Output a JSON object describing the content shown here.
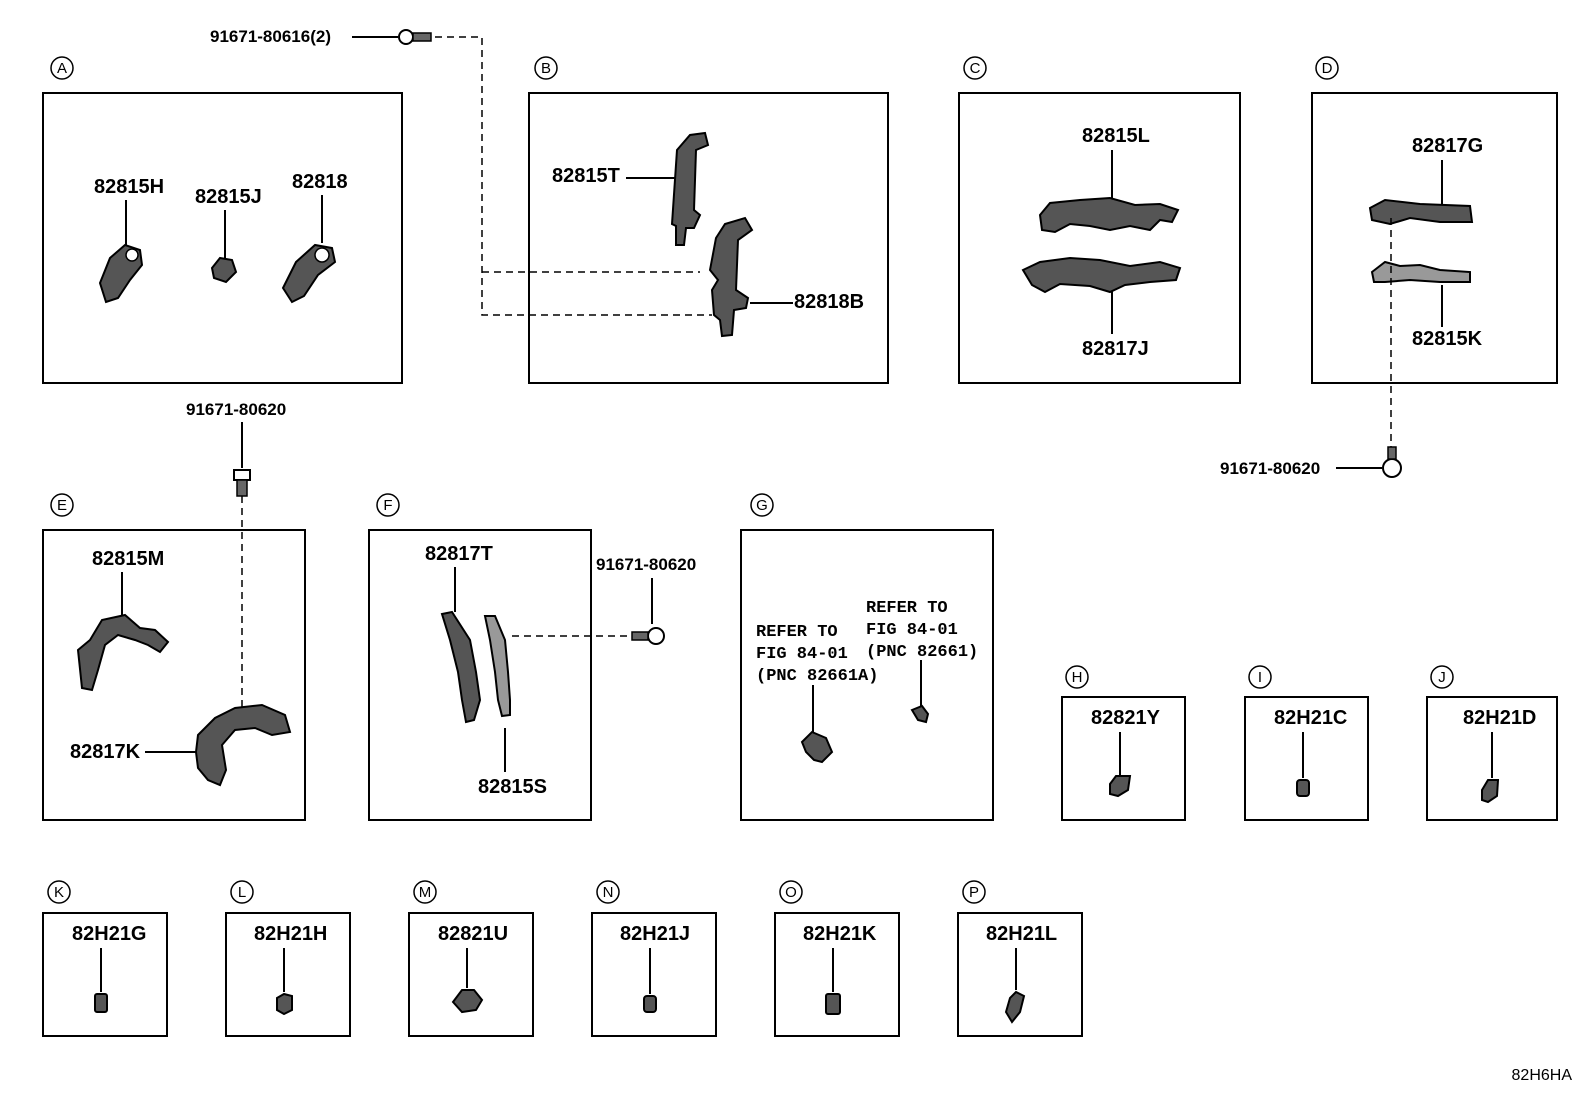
{
  "figure_code": "82H6HA",
  "fasteners": {
    "top": "91671-80616(2)",
    "under_a": "91671-80620",
    "right_d": "91671-80620",
    "right_f": "91671-80620"
  },
  "sections": {
    "A": {
      "letter": "A",
      "parts": [
        "82815H",
        "82815J",
        "82818"
      ]
    },
    "B": {
      "letter": "B",
      "parts": [
        "82815T",
        "82818B"
      ]
    },
    "C": {
      "letter": "C",
      "parts": [
        "82815L",
        "82817J"
      ]
    },
    "D": {
      "letter": "D",
      "parts": [
        "82817G",
        "82815K"
      ]
    },
    "E": {
      "letter": "E",
      "parts": [
        "82815M",
        "82817K"
      ]
    },
    "F": {
      "letter": "F",
      "parts": [
        "82817T",
        "82815S"
      ]
    },
    "G": {
      "letter": "G",
      "ref1": [
        "REFER TO",
        "FIG 84-01",
        "(PNC 82661A)"
      ],
      "ref2": [
        "REFER TO",
        "FIG 84-01",
        "(PNC 82661)"
      ]
    },
    "H": {
      "letter": "H",
      "parts": [
        "82821Y"
      ]
    },
    "I": {
      "letter": "I",
      "parts": [
        "82H21C"
      ]
    },
    "J": {
      "letter": "J",
      "parts": [
        "82H21D"
      ]
    },
    "K": {
      "letter": "K",
      "parts": [
        "82H21G"
      ]
    },
    "L": {
      "letter": "L",
      "parts": [
        "82H21H"
      ]
    },
    "M": {
      "letter": "M",
      "parts": [
        "82821U"
      ]
    },
    "N": {
      "letter": "N",
      "parts": [
        "82H21J"
      ]
    },
    "O": {
      "letter": "O",
      "parts": [
        "82H21K"
      ]
    },
    "P": {
      "letter": "P",
      "parts": [
        "82H21L"
      ]
    }
  }
}
